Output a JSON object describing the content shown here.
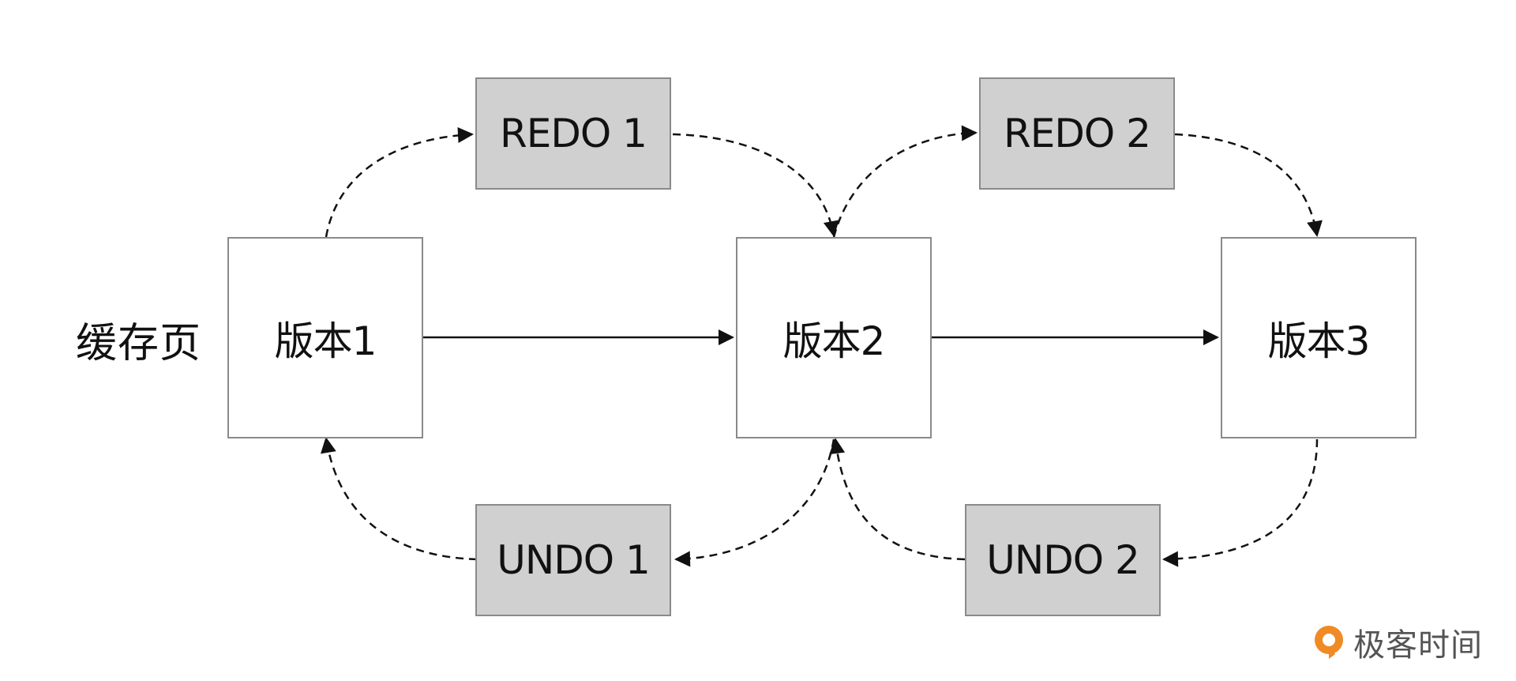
{
  "diagram": {
    "row_label": "缓存页",
    "versions": [
      {
        "id": "v1",
        "label": "版本1"
      },
      {
        "id": "v2",
        "label": "版本2"
      },
      {
        "id": "v3",
        "label": "版本3"
      }
    ],
    "redo_logs": [
      {
        "id": "redo1",
        "label": "REDO 1"
      },
      {
        "id": "redo2",
        "label": "REDO 2"
      }
    ],
    "undo_logs": [
      {
        "id": "undo1",
        "label": "UNDO 1"
      },
      {
        "id": "undo2",
        "label": "UNDO 2"
      }
    ],
    "edges": [
      {
        "from": "版本1",
        "to": "版本2",
        "style": "solid"
      },
      {
        "from": "版本2",
        "to": "版本3",
        "style": "solid"
      },
      {
        "from": "版本1",
        "to": "REDO 1",
        "style": "dashed"
      },
      {
        "from": "REDO 1",
        "to": "版本2",
        "style": "dashed"
      },
      {
        "from": "版本2",
        "to": "REDO 2",
        "style": "dashed"
      },
      {
        "from": "REDO 2",
        "to": "版本3",
        "style": "dashed"
      },
      {
        "from": "版本2",
        "to": "UNDO 1",
        "style": "dashed"
      },
      {
        "from": "UNDO 1",
        "to": "版本1",
        "style": "dashed"
      },
      {
        "from": "版本3",
        "to": "UNDO 2",
        "style": "dashed"
      },
      {
        "from": "UNDO 2",
        "to": "版本2",
        "style": "dashed"
      }
    ],
    "colors": {
      "version_fill": "#ffffff",
      "log_fill": "#d0d0d0",
      "border": "#8a8a8a",
      "line": "#111111",
      "watermark_orange": "#f08a24"
    }
  },
  "watermark": {
    "text": "极客时间",
    "logo_icon": "geektime-logo-icon"
  }
}
